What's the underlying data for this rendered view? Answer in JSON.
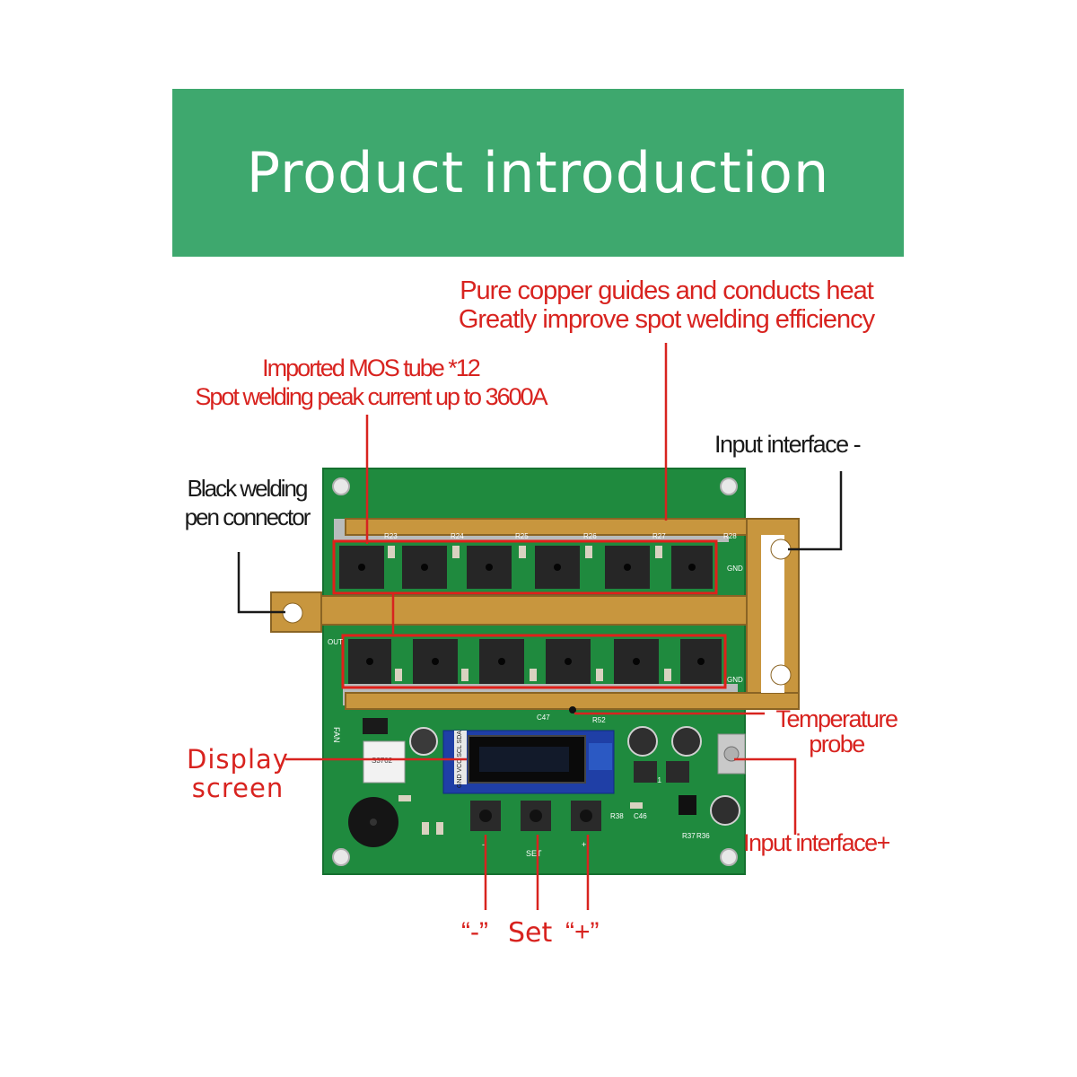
{
  "banner": {
    "title": "Product introduction"
  },
  "callouts": {
    "copper_line1": "Pure copper guides and conducts heat",
    "copper_line2": "Greatly improve spot welding efficiency",
    "mos_line1": "Imported MOS tube *12",
    "mos_line2": "Spot welding peak current up to 3600A",
    "input_minus": "Input interface -",
    "pen_line1": "Black welding",
    "pen_line2": "pen connector",
    "temp_line1": "Temperature",
    "temp_line2": "probe",
    "display_line1": "Display",
    "display_line2": "screen",
    "input_plus": "Input interface+",
    "btn_minus": "“-”",
    "btn_set": "Set",
    "btn_plus": "“+”"
  },
  "silkscreen": {
    "gnd_top": "GND",
    "gnd_bottom": "GND",
    "out": "OUT",
    "fan": "FAN",
    "btn_minus_mark": "-",
    "btn_set_mark": "SET",
    "btn_plus_mark": "+",
    "oled_pins": "GND VCC SCL SDA",
    "relay_mark": "S3702",
    "r23": "R23",
    "r24": "R24",
    "r25": "R25",
    "r26": "R26",
    "r27": "R27",
    "r28": "R28",
    "r52": "R52",
    "r37": "R37",
    "r36": "R36",
    "c47": "C47",
    "c46": "C46",
    "l1": "L1",
    "r38": "R38"
  },
  "colors": {
    "banner": "#3ea86e",
    "callout_red": "#d8231f",
    "pcb_green": "#1f8a3e",
    "copper": "#c8963e",
    "mosfet_outline": "#e0201a"
  }
}
